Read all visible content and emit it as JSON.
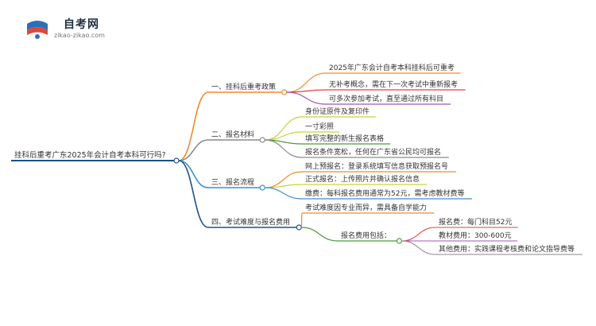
{
  "brand": {
    "name": "自考网",
    "url": "zikao-zikao.com"
  },
  "mindmap": {
    "root": "挂科后重考广东2025年会计自考本科可行吗?",
    "branches": [
      {
        "label": "一、挂科后重考政策",
        "color": "#f08a2c",
        "children": [
          {
            "label": "2025年广东会计自考本科挂科后可重考",
            "color": "#f08a2c"
          },
          {
            "label": "无补考概念，需在下一次考试中重新报考",
            "color": "#e04141"
          },
          {
            "label": "可多次参加考试，直至通过所有科目",
            "color": "#9b59b6"
          }
        ]
      },
      {
        "label": "二、报名材料",
        "color": "#8a8a8a",
        "children": [
          {
            "label": "身份证原件及复印件",
            "color": "#c7d33a"
          },
          {
            "label": "一寸彩照",
            "color": "#c7d33a"
          },
          {
            "label": "填写完整的新生报名表格",
            "color": "#4a9a3a"
          },
          {
            "label": "报名条件宽松，任何在广东省公民均可报名",
            "color": "#8a8a8a"
          }
        ]
      },
      {
        "label": "三、报名流程",
        "color": "#3a8fd0",
        "children": [
          {
            "label": "网上预报名：登录系统填写信息获取预报名号",
            "color": "#f08a2c"
          },
          {
            "label": "正式报名：上传照片并确认报名信息",
            "color": "#c7d33a"
          },
          {
            "label": "缴费：每科报名费用通常为52元，需考虑教材费等",
            "color": "#3a8fd0"
          }
        ]
      },
      {
        "label": "四、考试难度与报名费用",
        "color": "#1e4f8a",
        "children": [
          {
            "label": "考试难度因专业而异，需具备自学能力",
            "color": "#f08a2c"
          },
          {
            "label": "报名费用包括：",
            "color": "#4a9a3a",
            "children": [
              {
                "label": "报名费：每门科目52元",
                "color": "#e04141"
              },
              {
                "label": "教材费用：300-600元",
                "color": "#9b59b6"
              },
              {
                "label": "其他费用：实践课程考核费和论文指导费等",
                "color": "#8a8a8a"
              }
            ]
          }
        ]
      }
    ]
  }
}
